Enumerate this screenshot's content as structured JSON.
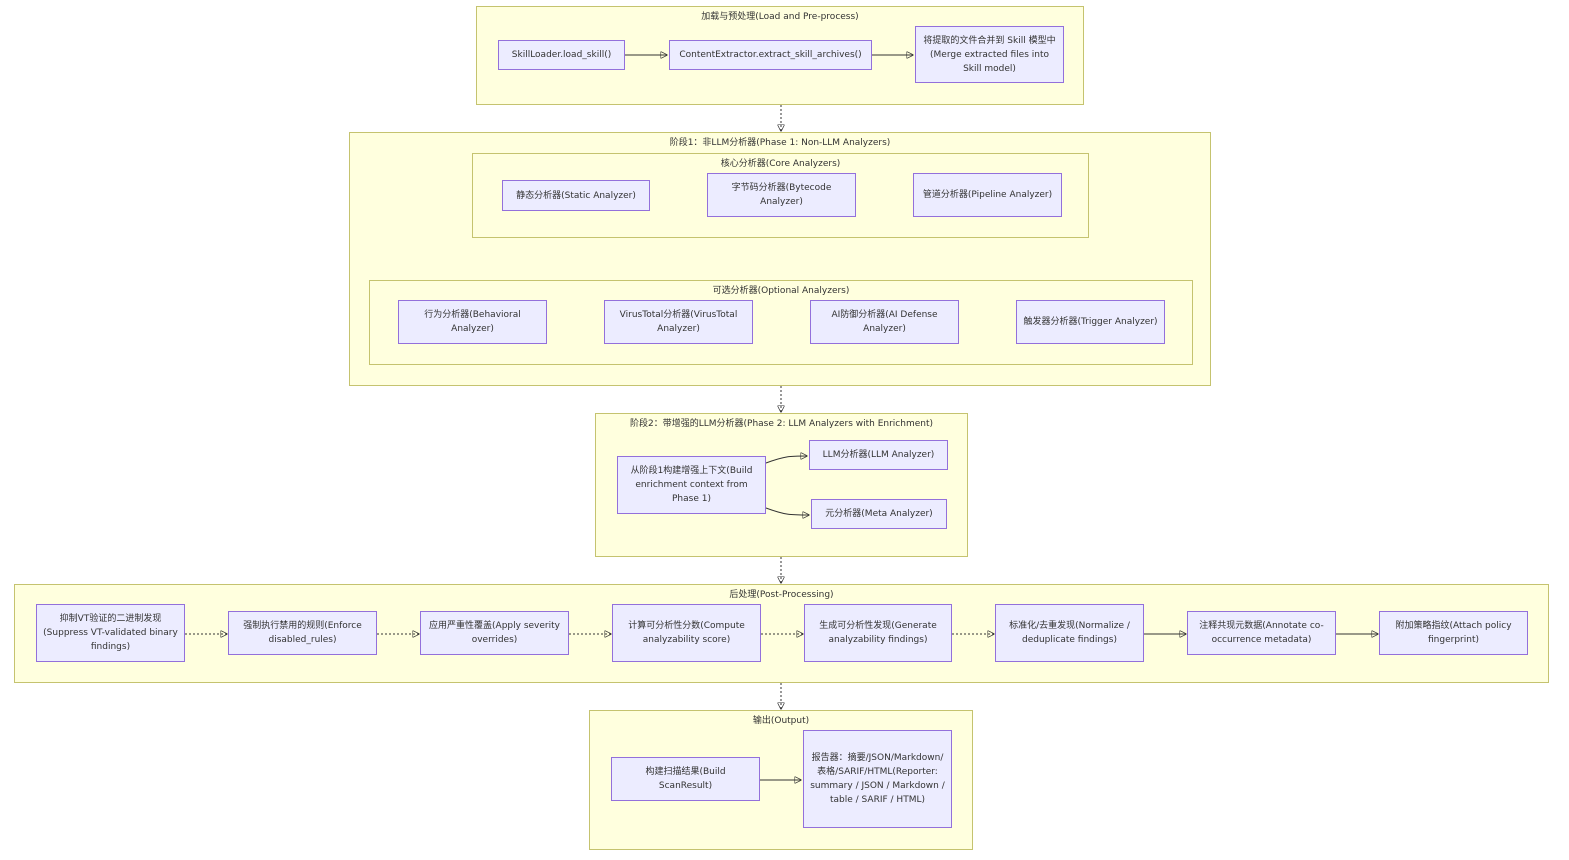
{
  "clusters": {
    "load": "加载与预处理(Load and Pre-process)",
    "phase1": "阶段1：非LLM分析器(Phase 1: Non-LLM Analyzers)",
    "core": "核心分析器(Core Analyzers)",
    "optional": "可选分析器(Optional Analyzers)",
    "phase2": "阶段2：带增强的LLM分析器(Phase 2: LLM Analyzers with Enrichment)",
    "post": "后处理(Post-Processing)",
    "output": "输出(Output)"
  },
  "nodes": {
    "load_skill": "SkillLoader.load_skill()",
    "extract": "ContentExtractor.extract_skill_archives()",
    "merge": "将提取的文件合并到 Skill 模型中(Merge extracted files into Skill model)",
    "static": "静态分析器(Static Analyzer)",
    "bytecode": "字节码分析器(Bytecode Analyzer)",
    "pipeline": "管道分析器(Pipeline Analyzer)",
    "behavioral": "行为分析器(Behavioral Analyzer)",
    "virustotal": "VirusTotal分析器(VirusTotal Analyzer)",
    "aidefense": "AI防御分析器(AI Defense Analyzer)",
    "trigger": "触发器分析器(Trigger Analyzer)",
    "enrich": "从阶段1构建增强上下文(Build enrichment context from Phase 1)",
    "llm": "LLM分析器(LLM Analyzer)",
    "meta": "元分析器(Meta Analyzer)",
    "suppress": "抑制VT验证的二进制发现(Suppress VT-validated binary findings)",
    "disabled": "强制执行禁用的规则(Enforce disabled_rules)",
    "severity": "应用严重性覆盖(Apply severity overrides)",
    "score": "计算可分析性分数(Compute analyzability score)",
    "generate": "生成可分析性发现(Generate analyzability findings)",
    "normalize": "标准化/去重发现(Normalize / deduplicate findings)",
    "annotate": "注释共现元数据(Annotate co-occurrence metadata)",
    "fingerprint": "附加策略指纹(Attach policy fingerprint)",
    "build": "构建扫描结果(Build ScanResult)",
    "reporter": "报告器：摘要/JSON/Markdown/表格/SARIF/HTML(Reporter: summary / JSON / Markdown / table / SARIF / HTML)"
  }
}
